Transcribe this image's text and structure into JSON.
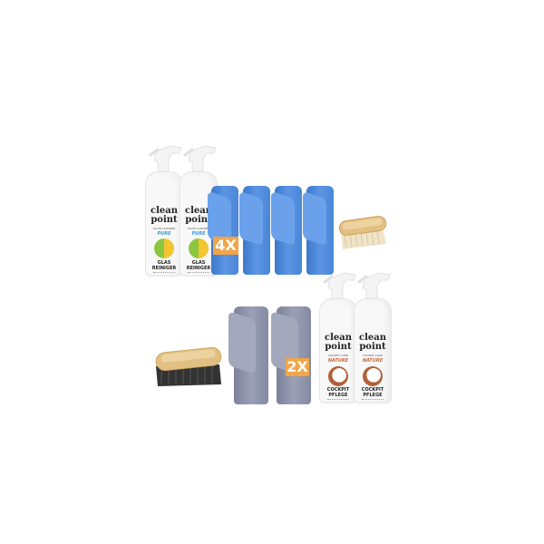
{
  "image": {
    "description": "Car care cleaning bundle product photo",
    "background": "#ffffff"
  },
  "top_row": {
    "glass_cleaner_bottles": [
      {
        "brand_line1": "clean",
        "brand_line2": "point",
        "subtitle": "GLASS CLEANER",
        "variant": "PURE",
        "product_line1": "GLAS",
        "product_line2": "REINIGER"
      },
      {
        "brand_line1": "clean",
        "brand_line2": "point",
        "subtitle": "GLASS CLEANER",
        "variant": "PURE",
        "product_line1": "GLAS",
        "product_line2": "REINIGER"
      }
    ],
    "blue_microfiber_towels": {
      "count": 4,
      "badge": "4X",
      "color": "#4a86d8"
    },
    "light_brush": {
      "handle_color": "#e2bf82",
      "bristle_color": "#efe4c8"
    }
  },
  "bottom_row": {
    "dark_brush": {
      "handle_color": "#e2bf82",
      "bristle_color": "#333333"
    },
    "grey_microfiber_towels": {
      "count": 2,
      "badge": "2X",
      "color": "#8a8fa6"
    },
    "cockpit_care_bottles": [
      {
        "brand_line1": "clean",
        "brand_line2": "point",
        "subtitle": "COCKPIT CARE",
        "variant": "NATURE",
        "product_line1": "COCKPIT",
        "product_line2": "PFLEGE"
      },
      {
        "brand_line1": "clean",
        "brand_line2": "point",
        "subtitle": "COCKPIT CARE",
        "variant": "NATURE",
        "product_line1": "COCKPIT",
        "product_line2": "PFLEGE"
      }
    ]
  },
  "colors": {
    "badge_orange": "#f0a548",
    "pure_blue": "#3a9ad9",
    "nature_orange": "#c8693a"
  }
}
